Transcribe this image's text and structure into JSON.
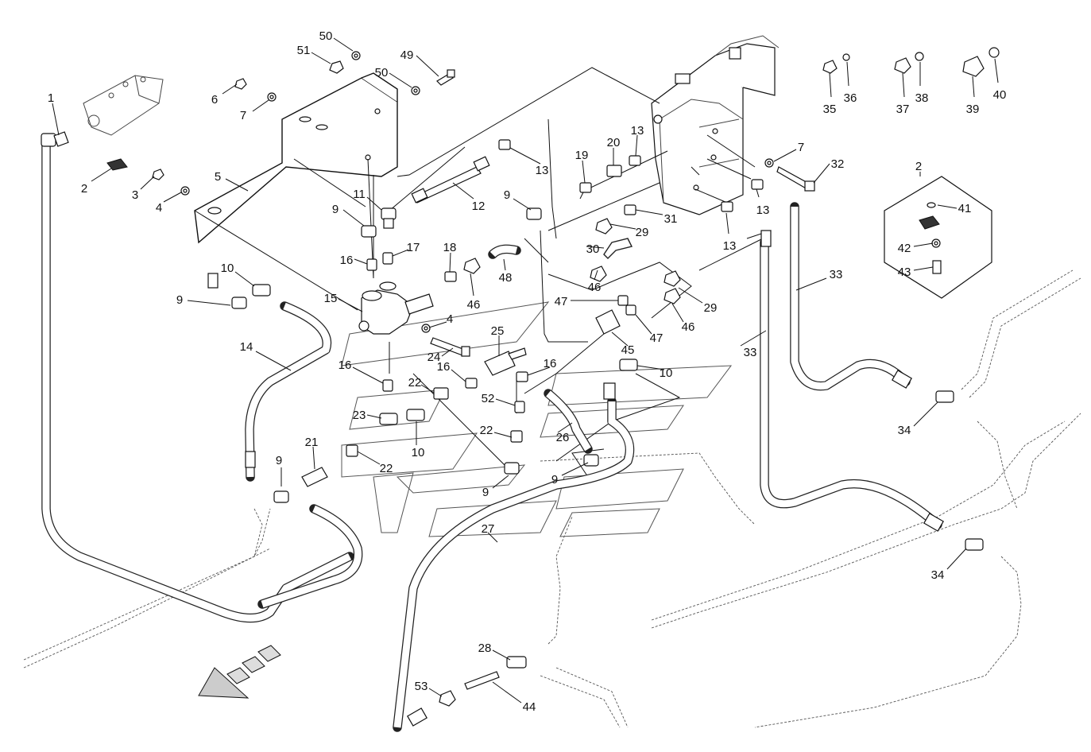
{
  "callouts": [
    {
      "id": "c1",
      "label": "1"
    },
    {
      "id": "c2a",
      "label": "2"
    },
    {
      "id": "c2b",
      "label": "2"
    },
    {
      "id": "c3",
      "label": "3"
    },
    {
      "id": "c4a",
      "label": "4"
    },
    {
      "id": "c4b",
      "label": "4"
    },
    {
      "id": "c5",
      "label": "5"
    },
    {
      "id": "c6",
      "label": "6"
    },
    {
      "id": "c7a",
      "label": "7"
    },
    {
      "id": "c7b",
      "label": "7"
    },
    {
      "id": "c9a",
      "label": "9"
    },
    {
      "id": "c9b",
      "label": "9"
    },
    {
      "id": "c9c",
      "label": "9"
    },
    {
      "id": "c9d",
      "label": "9"
    },
    {
      "id": "c9e",
      "label": "9"
    },
    {
      "id": "c9f",
      "label": "9"
    },
    {
      "id": "c10a",
      "label": "10"
    },
    {
      "id": "c10b",
      "label": "10"
    },
    {
      "id": "c10c",
      "label": "10"
    },
    {
      "id": "c11",
      "label": "11"
    },
    {
      "id": "c12",
      "label": "12"
    },
    {
      "id": "c13a",
      "label": "13"
    },
    {
      "id": "c13b",
      "label": "13"
    },
    {
      "id": "c13c",
      "label": "13"
    },
    {
      "id": "c13d",
      "label": "13"
    },
    {
      "id": "c14",
      "label": "14"
    },
    {
      "id": "c15",
      "label": "15"
    },
    {
      "id": "c16a",
      "label": "16"
    },
    {
      "id": "c16b",
      "label": "16"
    },
    {
      "id": "c16c",
      "label": "16"
    },
    {
      "id": "c16d",
      "label": "16"
    },
    {
      "id": "c17",
      "label": "17"
    },
    {
      "id": "c18",
      "label": "18"
    },
    {
      "id": "c19",
      "label": "19"
    },
    {
      "id": "c20",
      "label": "20"
    },
    {
      "id": "c21",
      "label": "21"
    },
    {
      "id": "c22a",
      "label": "22"
    },
    {
      "id": "c22b",
      "label": "22"
    },
    {
      "id": "c22c",
      "label": "22"
    },
    {
      "id": "c23",
      "label": "23"
    },
    {
      "id": "c24",
      "label": "24"
    },
    {
      "id": "c25",
      "label": "25"
    },
    {
      "id": "c26",
      "label": "26"
    },
    {
      "id": "c27",
      "label": "27"
    },
    {
      "id": "c28",
      "label": "28"
    },
    {
      "id": "c29a",
      "label": "29"
    },
    {
      "id": "c29b",
      "label": "29"
    },
    {
      "id": "c30",
      "label": "30"
    },
    {
      "id": "c31",
      "label": "31"
    },
    {
      "id": "c32",
      "label": "32"
    },
    {
      "id": "c33a",
      "label": "33"
    },
    {
      "id": "c33b",
      "label": "33"
    },
    {
      "id": "c34a",
      "label": "34"
    },
    {
      "id": "c34b",
      "label": "34"
    },
    {
      "id": "c35",
      "label": "35"
    },
    {
      "id": "c36",
      "label": "36"
    },
    {
      "id": "c37",
      "label": "37"
    },
    {
      "id": "c38",
      "label": "38"
    },
    {
      "id": "c39",
      "label": "39"
    },
    {
      "id": "c40",
      "label": "40"
    },
    {
      "id": "c41",
      "label": "41"
    },
    {
      "id": "c42",
      "label": "42"
    },
    {
      "id": "c43",
      "label": "43"
    },
    {
      "id": "c44",
      "label": "44"
    },
    {
      "id": "c45",
      "label": "45"
    },
    {
      "id": "c46a",
      "label": "46"
    },
    {
      "id": "c46b",
      "label": "46"
    },
    {
      "id": "c46c",
      "label": "46"
    },
    {
      "id": "c47a",
      "label": "47"
    },
    {
      "id": "c47b",
      "label": "47"
    },
    {
      "id": "c48",
      "label": "48"
    },
    {
      "id": "c49",
      "label": "49"
    },
    {
      "id": "c50a",
      "label": "50"
    },
    {
      "id": "c50b",
      "label": "50"
    },
    {
      "id": "c51",
      "label": "51"
    },
    {
      "id": "c52",
      "label": "52"
    },
    {
      "id": "c53",
      "label": "53"
    }
  ]
}
